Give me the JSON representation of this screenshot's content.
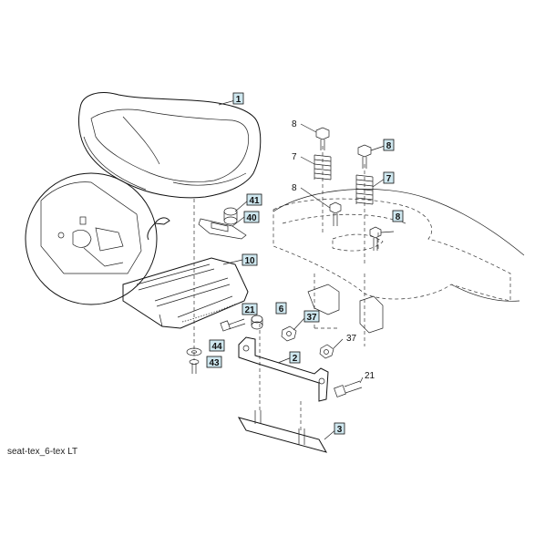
{
  "caption": "seat-tex_6-tex LT",
  "callouts": {
    "p1": "1",
    "p41": "41",
    "p40": "40",
    "p10": "10",
    "p21a": "21",
    "p6": "6",
    "p37a": "37",
    "p2": "2",
    "p44": "44",
    "p43": "43",
    "p8a": "8",
    "p8b": "8",
    "p7a": "7",
    "p7b": "7",
    "p8c": "8",
    "p8d": "8",
    "p37b": "37",
    "p21b": "21",
    "p3": "3"
  }
}
